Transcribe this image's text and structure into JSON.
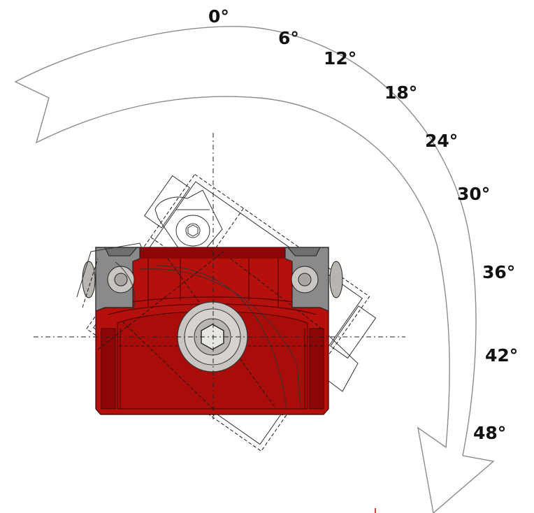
{
  "angles": [
    "0°",
    "6°",
    "12°",
    "18°",
    "24°",
    "30°",
    "36°",
    "42°",
    "48°"
  ],
  "colors": {
    "body_red": "#b5100b",
    "body_red_dark": "#8c0705",
    "clamp_grey": "#8a8a8a",
    "screw_grey": "#c9c6c1",
    "arrow_stroke": "#8c8c8c"
  },
  "icons": {
    "rotation_arrow": "curved-arrow-icon",
    "center_screw": "hex-socket-screw-icon"
  }
}
